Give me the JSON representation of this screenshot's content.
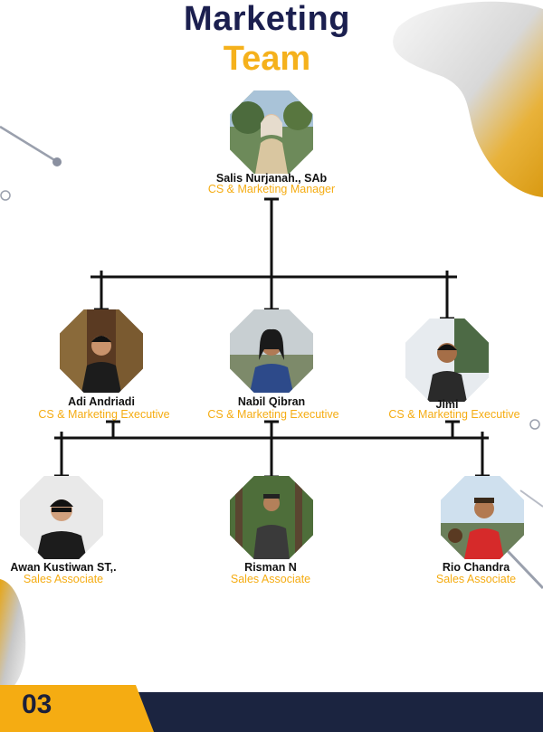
{
  "title": {
    "line1": "Marketing",
    "line2": "Team"
  },
  "manager": {
    "name": "Salis Nurjanah., SAb",
    "role": "CS & Marketing Manager"
  },
  "executives": [
    {
      "name": "Adi Andriadi",
      "role": "CS & Marketing Executive"
    },
    {
      "name": "Nabil Qibran",
      "role": "CS & Marketing Executive"
    },
    {
      "name": "Jimi",
      "role": "CS & Marketing Executive"
    }
  ],
  "associates": [
    {
      "name": "Awan Kustiwan ST,.",
      "role": "Sales Associate"
    },
    {
      "name": "Risman N",
      "role": "Sales Associate"
    },
    {
      "name": "Rio Chandra",
      "role": "Sales Associate"
    }
  ],
  "page_number": "03",
  "colors": {
    "navy": "#1b1f3a",
    "gold": "#f5ac12",
    "title_navy": "#1b1f4f"
  }
}
